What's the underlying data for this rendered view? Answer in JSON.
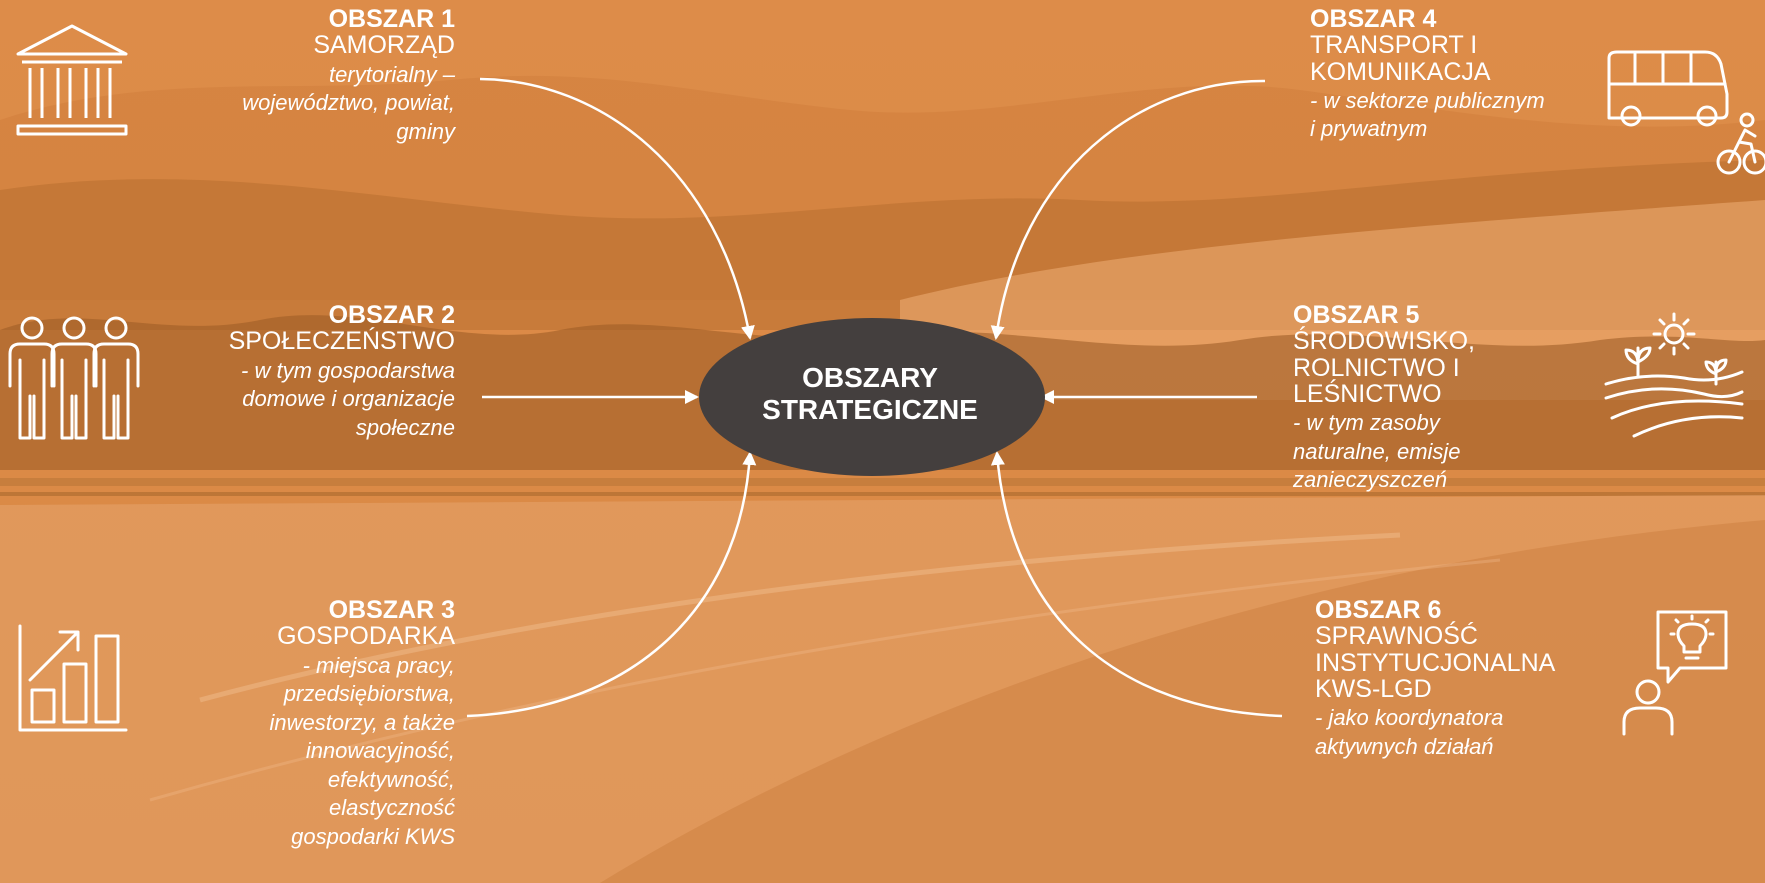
{
  "colors": {
    "overlay": "#dd8a45",
    "center_fill": "#443f3e",
    "line": "#ffffff"
  },
  "center": {
    "line1": "OBSZARY",
    "line2": "STRATEGICZNE"
  },
  "areas": [
    {
      "number": "OBSZAR 1",
      "name_lines": [
        "SAMORZĄD"
      ],
      "desc_lines": [
        "terytorialny –",
        "województwo, powiat,",
        "gminy"
      ],
      "icon": "government-building-icon"
    },
    {
      "number": "OBSZAR 2",
      "name_lines": [
        "SPOŁECZEŃSTWO"
      ],
      "desc_lines": [
        "- w tym gospodarstwa",
        "domowe i organizacje",
        "społeczne"
      ],
      "icon": "people-group-icon"
    },
    {
      "number": "OBSZAR 3",
      "name_lines": [
        "GOSPODARKA"
      ],
      "desc_lines": [
        "- miejsca pracy,",
        "przedsiębiorstwa,",
        "inwestorzy, a także",
        "innowacyjność,",
        "efektywność,",
        "elastyczność",
        "gospodarki KWS"
      ],
      "icon": "growth-chart-icon"
    },
    {
      "number": "OBSZAR 4",
      "name_lines": [
        "TRANSPORT I",
        "KOMUNIKACJA"
      ],
      "desc_lines": [
        "- w sektorze publicznym",
        "i prywatnym"
      ],
      "icon": "bus-and-cyclist-icon"
    },
    {
      "number": "OBSZAR 5",
      "name_lines": [
        "ŚRODOWISKO,",
        "ROLNICTWO I",
        "LEŚNICTWO"
      ],
      "desc_lines": [
        "- w tym zasoby",
        "naturalne, emisje",
        "zanieczyszczeń"
      ],
      "icon": "farmland-sun-icon"
    },
    {
      "number": "OBSZAR 6",
      "name_lines": [
        "SPRAWNOŚĆ",
        "INSTYTUCJONALNA",
        "KWS-LGD"
      ],
      "desc_lines": [
        "- jako koordynatora",
        "aktywnych działań"
      ],
      "icon": "person-idea-icon"
    }
  ]
}
